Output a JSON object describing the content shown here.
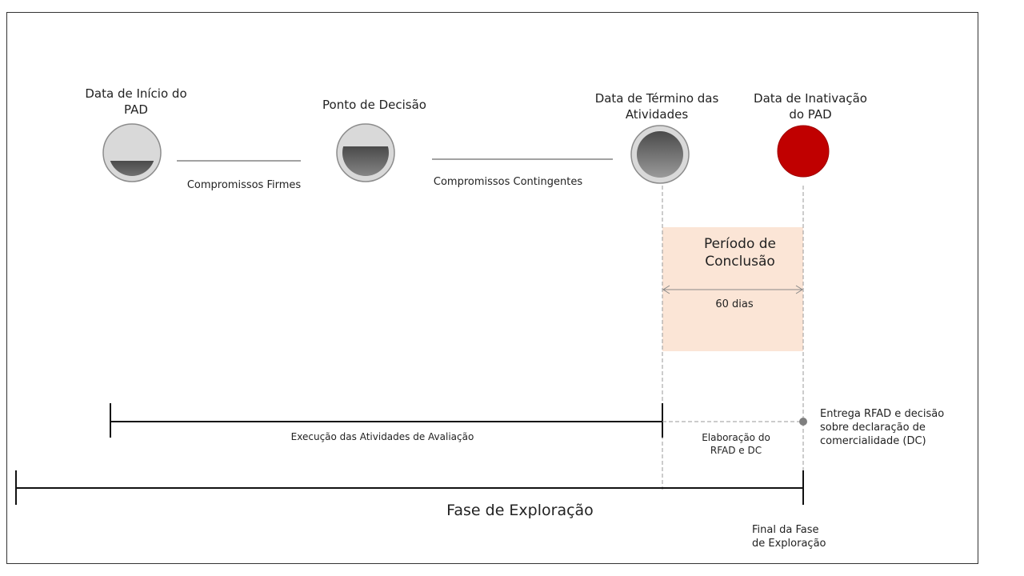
{
  "milestones": {
    "start": "Data de Início do\nPAD",
    "decision": "Ponto de Decisão",
    "end_activities": "Data de Término das\nAtividades",
    "inactivation": "Data de Inativação\ndo PAD"
  },
  "segments": {
    "firm": "Compromissos Firmes",
    "contingent": "Compromissos Contingentes"
  },
  "conclusion": {
    "title": "Período de\nConclusão",
    "duration": "60 dias"
  },
  "timeline": {
    "execution": "Execução das Atividades de Avaliação",
    "elaboration": "Elaboração do\nRFAD e DC",
    "delivery": "Entrega RFAD e decisão\nsobre declaração de\ncomercialidade (DC)",
    "phase": "Fase de Exploração",
    "phase_end": "Final da Fase\nde Exploração"
  },
  "colors": {
    "red": "#c00000",
    "peach": "#fbe5d6",
    "gray": "#7f7f7f"
  }
}
